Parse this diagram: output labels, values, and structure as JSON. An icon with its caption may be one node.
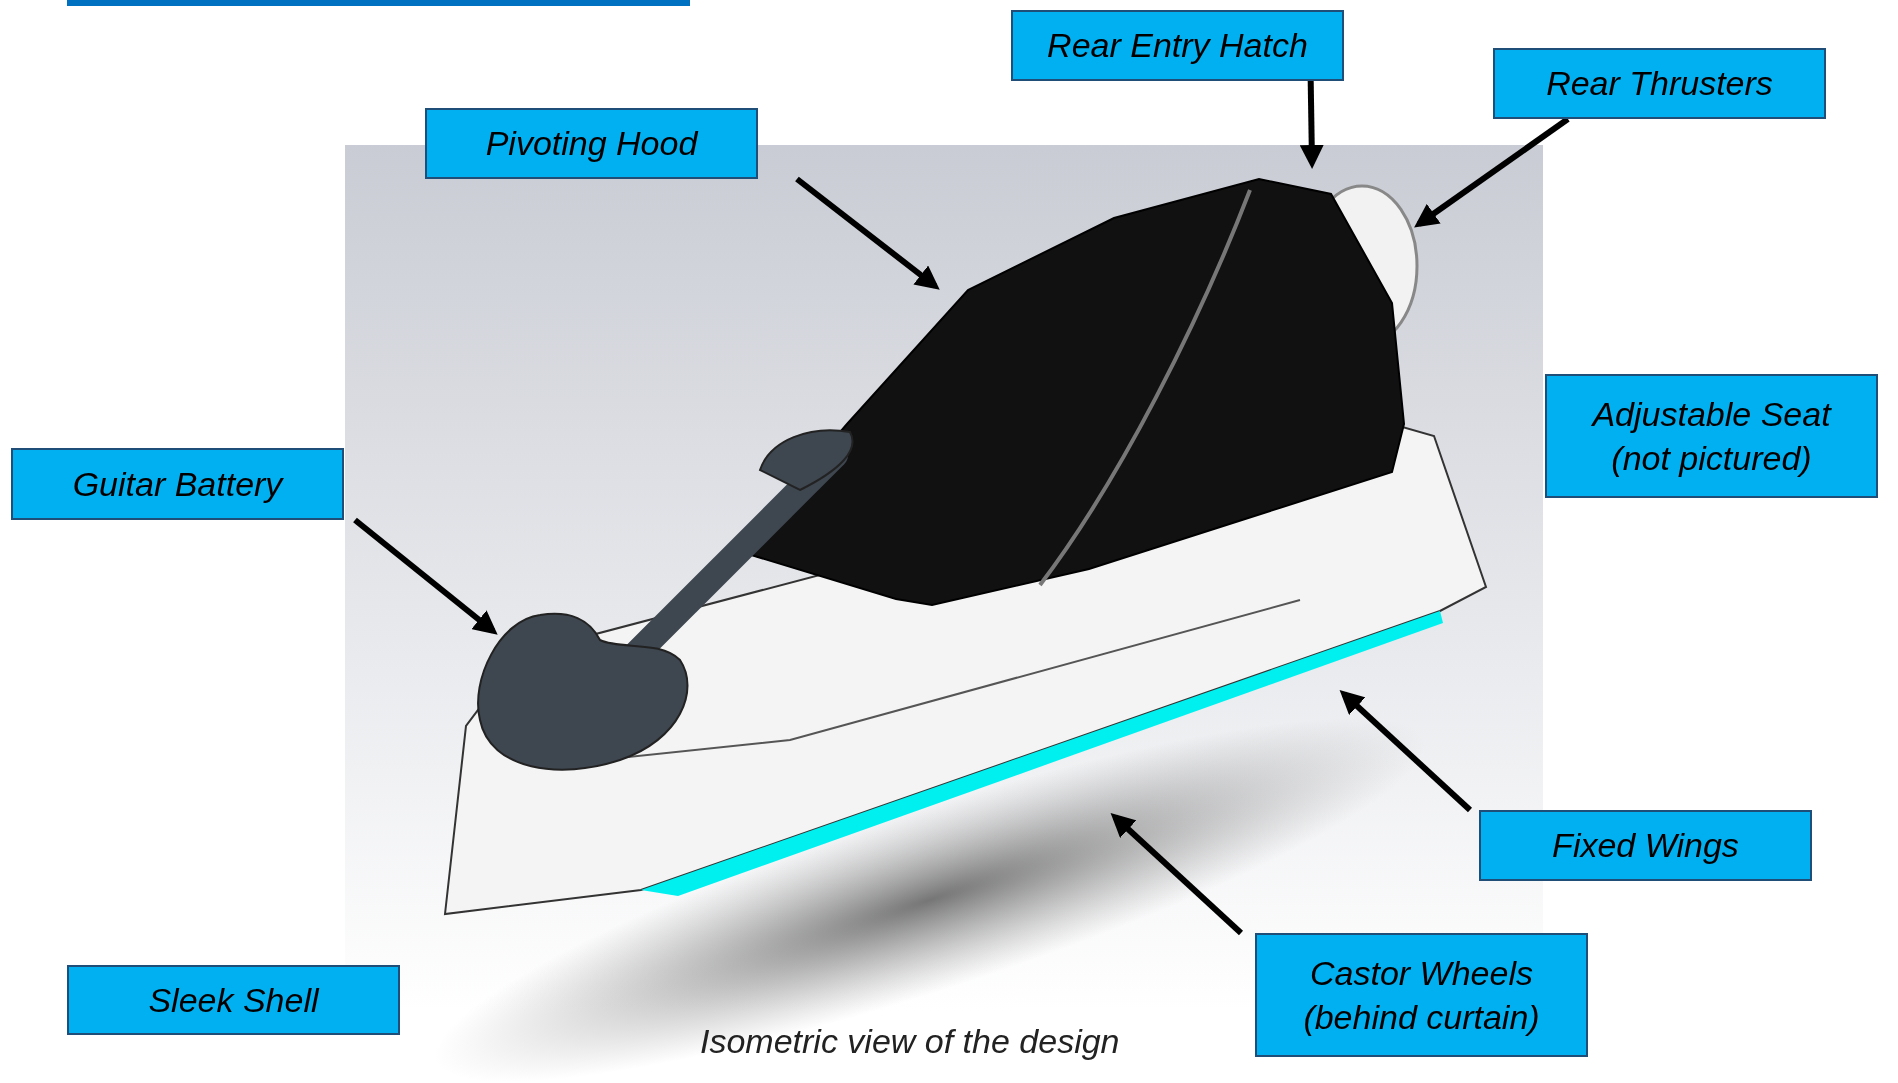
{
  "diagram": {
    "caption": "Isometric view of the design",
    "nodes": [
      {
        "text": [
          "Rear Entry Hatch"
        ]
      },
      {
        "text": [
          "Rear Thrusters"
        ]
      },
      {
        "text": [
          "Pivoting Hood"
        ]
      },
      {
        "text": [
          "Adjustable Seat (not pictured)"
        ]
      },
      {
        "text": [
          "Guitar Battery"
        ]
      },
      {
        "text": [
          "Fixed Wings"
        ]
      },
      {
        "text": [
          "Castor Wheels (behind curtain)"
        ]
      },
      {
        "text": [
          "Sleek Shell"
        ]
      }
    ],
    "edges": [
      {
        "from": 0,
        "to": null,
        "arrow": "to"
      },
      {
        "from": 1,
        "to": null,
        "arrow": "to"
      },
      {
        "from": 2,
        "to": null,
        "arrow": "to"
      },
      {
        "from": 4,
        "to": null,
        "arrow": "to"
      },
      {
        "from": 5,
        "to": null,
        "arrow": "to"
      },
      {
        "from": 6,
        "to": null,
        "arrow": "to"
      }
    ]
  }
}
